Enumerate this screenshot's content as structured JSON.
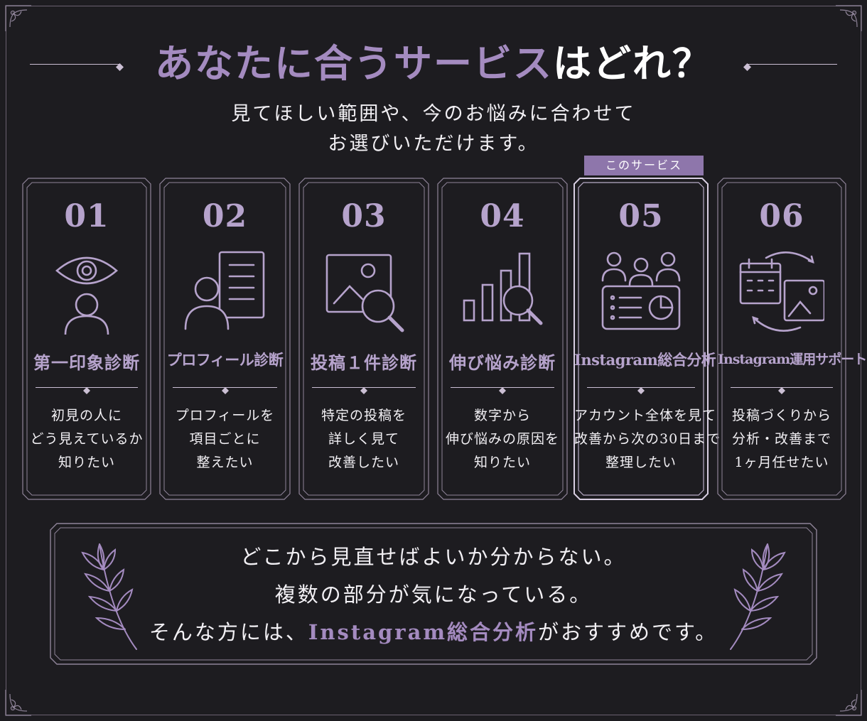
{
  "title": {
    "accent": "あなたに合うサービス",
    "plain": "はどれ？"
  },
  "subtitle": {
    "line1": "見てほしい範囲や、今のお悩みに合わせて",
    "line2": "お選びいただけます。"
  },
  "badge": "このサービス",
  "colors": {
    "background": "#1d1c20",
    "accent": "#a48bc0",
    "badge": "#8e76ab",
    "line": "#cbbfd4"
  },
  "services": [
    {
      "number": "01",
      "name": "第一印象診断",
      "icon": "eye-person-icon",
      "desc": [
        "初見の人に",
        "どう見えているか",
        "知りたい"
      ]
    },
    {
      "number": "02",
      "name": "プロフィール診断",
      "icon": "profile-document-icon",
      "desc": [
        "プロフィールを",
        "項目ごとに",
        "整えたい"
      ]
    },
    {
      "number": "03",
      "name": "投稿１件診断",
      "icon": "image-magnifier-icon",
      "desc": [
        "特定の投稿を",
        "詳しく見て",
        "改善したい"
      ]
    },
    {
      "number": "04",
      "name": "伸び悩み診断",
      "icon": "bar-chart-magnifier-icon",
      "desc": [
        "数字から",
        "伸び悩みの原因を",
        "知りたい"
      ]
    },
    {
      "number": "05",
      "name": "Instagram総合分析",
      "icon": "team-dashboard-icon",
      "desc": [
        "アカウント全体を見て",
        "改善から次の30日まで",
        "整理したい"
      ]
    },
    {
      "number": "06",
      "name": "Instagram運用サポート",
      "icon": "calendar-cycle-icon",
      "desc": [
        "投稿づくりから",
        "分析・改善まで",
        "1ヶ月任せたい"
      ]
    }
  ],
  "bottom": {
    "line1": "どこから見直せばよいか分からない。",
    "line2": "複数の部分が気になっている。",
    "line3_pre": "そんな方には、",
    "line3_hl": "Instagram総合分析",
    "line3_post": "がおすすめです。"
  }
}
